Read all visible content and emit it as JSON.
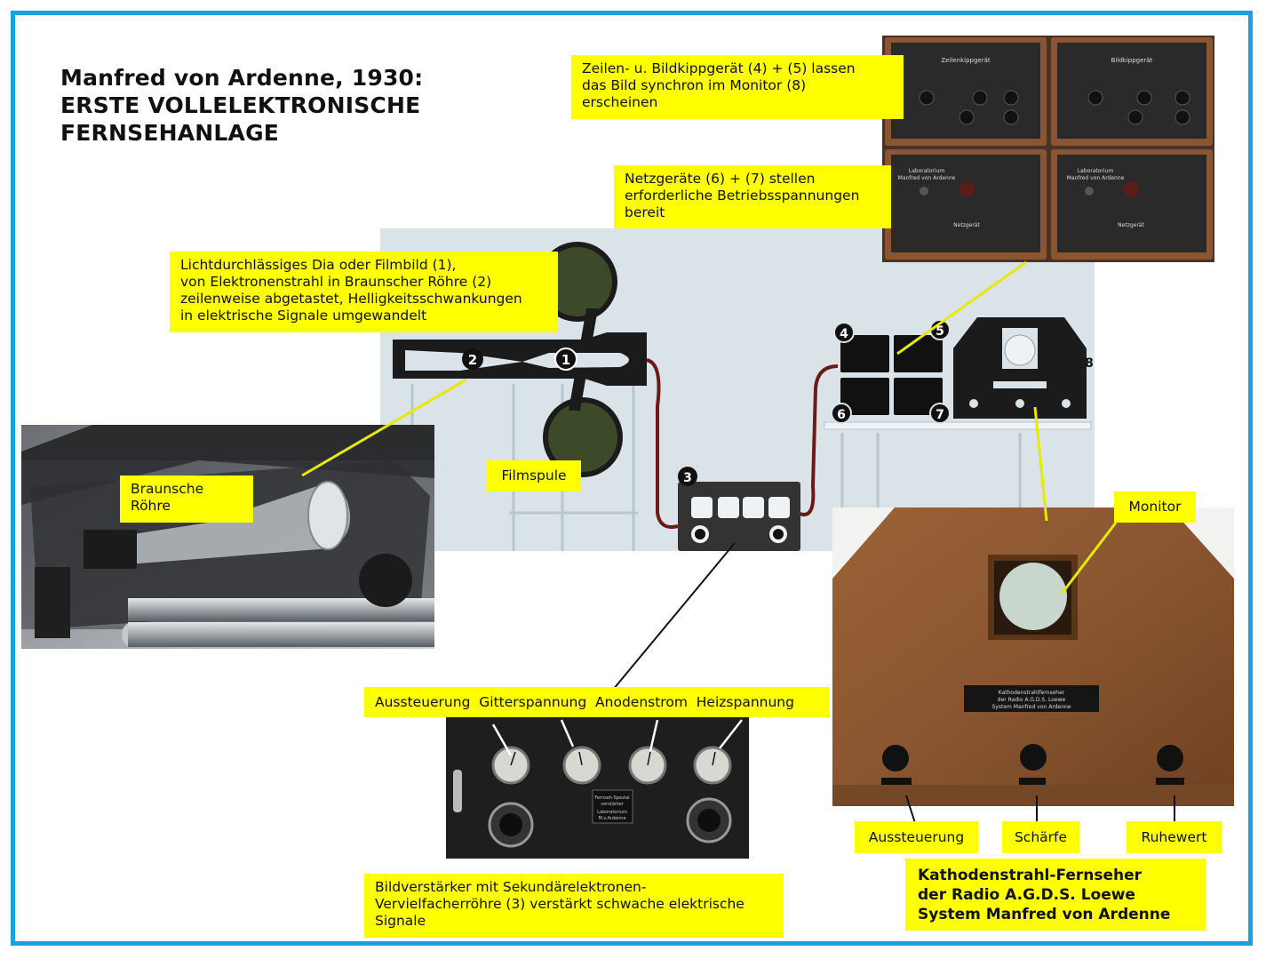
{
  "title": {
    "line1": "Manfred von Ardenne, 1930:",
    "line2": "ERSTE VOLLELEKTRONISCHE",
    "line3": "FERNSEHANLAGE"
  },
  "labels": {
    "kippgeraet": [
      "Zeilen- u. Bildkippgerät (4) + (5) lassen",
      "das Bild synchron im Monitor (8)",
      "erscheinen"
    ],
    "netzgeraete": [
      "Netzgeräte (6) + (7) stellen",
      "erforderliche Betriebsspannungen",
      "bereit"
    ],
    "dia": [
      "Lichtdurchlässiges Dia oder Filmbild (1),",
      "von Elektronenstrahl in Braunscher Röhre (2)",
      "zeilenweise abgetastet, Helligkeitsschwankungen",
      "in elektrische Signale umgewandelt"
    ],
    "braunsche": [
      "Braunsche",
      "Röhre"
    ],
    "filmspule": "Filmspule",
    "monitor": "Monitor",
    "meters": "Aussteuerung  Gitterspannung  Anodenstrom  Heizspannung",
    "verstaerker": [
      "Bildverstärker mit Sekundärelektronen-",
      "Vervielfacherröhre (3) verstärkt schwache elektrische",
      "Signale"
    ],
    "aussteuerung": "Aussteuerung",
    "schaerfe": "Schärfe",
    "ruhewert": "Ruhewert",
    "kathoden": [
      "Kathodenstrahl-Fernseher",
      "der Radio A.G.D.S. Loewe",
      "System Manfred von Ardenne"
    ]
  },
  "diagram_numbers": [
    "1",
    "2",
    "3",
    "4",
    "5",
    "6",
    "7",
    "8"
  ],
  "device_plates": {
    "kipp_left": "Zeilenkippgerät",
    "kipp_right": "Bildkippgerät",
    "netz_left": [
      "Laboratorium",
      "Manfred von Ardenne"
    ],
    "netz_right": [
      "Laboratorium",
      "Manfred von Ardenne"
    ],
    "netz_left_name": "Netzgerät",
    "netz_right_name": "Netzgerät",
    "tv_plate": [
      "Kathodenstrahlfernseher",
      "der Radio A.G.D.S. Loewe",
      "System Manfred von Ardenne"
    ],
    "amp_plate": [
      "Fernseh-Spezial",
      "verstärker",
      "Laboratorium",
      "M.v.Ardenne"
    ]
  },
  "colors": {
    "frame": "#1a9fe3",
    "label_bg": "#ffff00",
    "panel_bg": "#d9e3e8",
    "diagram_dark": "#1b1b1b",
    "reel_green": "#3d4a2a",
    "cable": "#6b1a14",
    "wood": "#8a5530"
  }
}
